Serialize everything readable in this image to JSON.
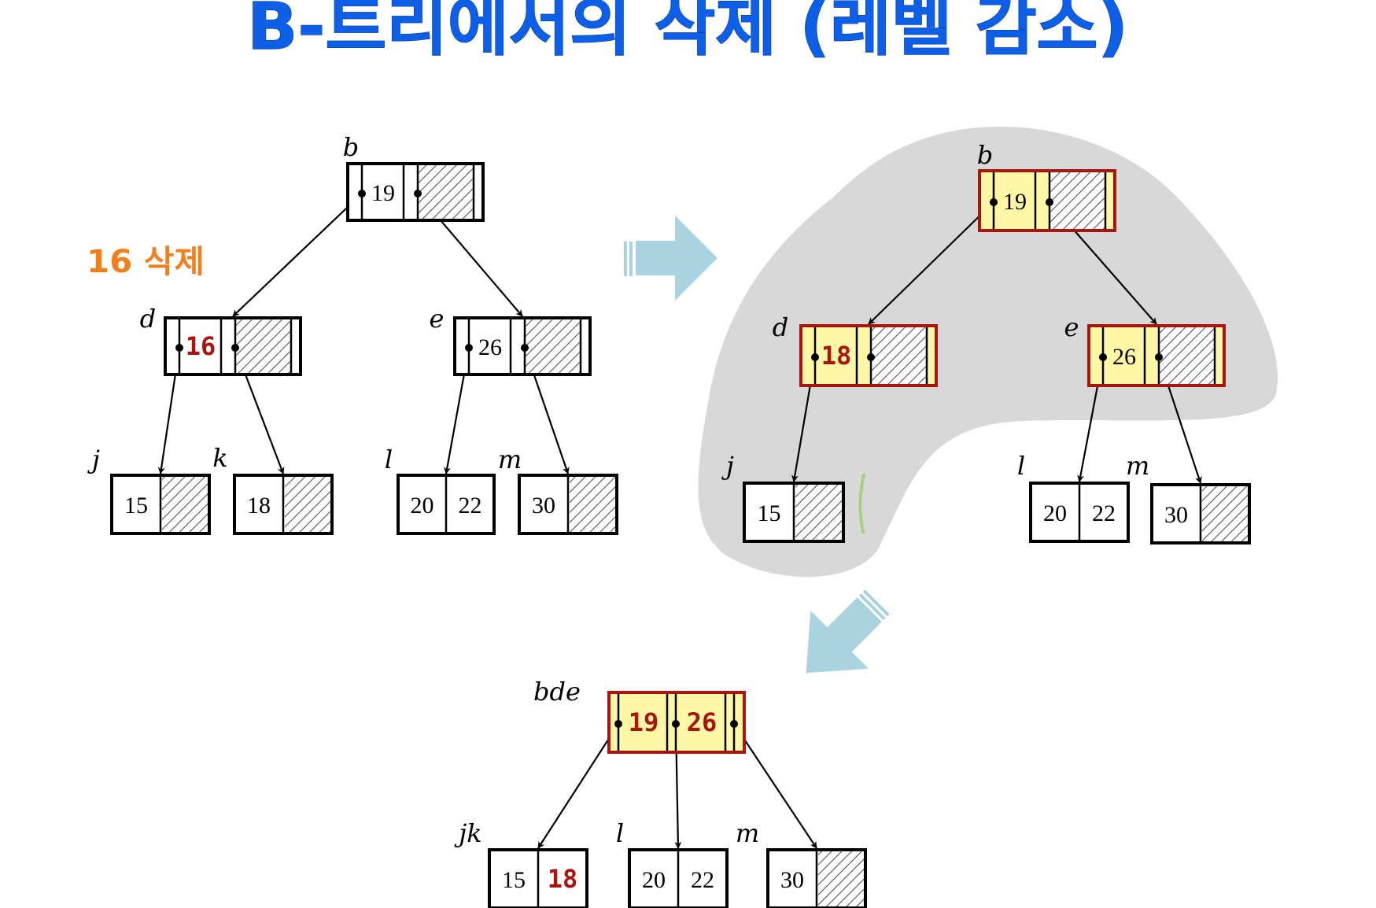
{
  "title": "B-트리에서의 삭제 (레벨 감소)",
  "annotation": "16 삭제",
  "colors": {
    "title": "#0d5fe8",
    "annotation": "#f07f1e",
    "highlight_key": "#a8150f",
    "highlight_fill": "#fdf7a6",
    "highlight_border": "#a8150f",
    "blob": "#d8d8d8",
    "transition_arrow": "#a9d3de"
  },
  "tree_before": {
    "nodes": [
      {
        "id": "b",
        "label": "b",
        "keys": [
          "19"
        ]
      },
      {
        "id": "d",
        "label": "d",
        "keys": [
          "16"
        ],
        "highlight_keys": [
          "16"
        ]
      },
      {
        "id": "e",
        "label": "e",
        "keys": [
          "26"
        ]
      },
      {
        "id": "j",
        "label": "j",
        "keys": [
          "15"
        ]
      },
      {
        "id": "k",
        "label": "k",
        "keys": [
          "18"
        ]
      },
      {
        "id": "l",
        "label": "l",
        "keys": [
          "20",
          "22"
        ]
      },
      {
        "id": "m",
        "label": "m",
        "keys": [
          "30"
        ]
      }
    ],
    "edges": [
      [
        "b",
        "d"
      ],
      [
        "b",
        "e"
      ],
      [
        "d",
        "j"
      ],
      [
        "d",
        "k"
      ],
      [
        "e",
        "l"
      ],
      [
        "e",
        "m"
      ]
    ]
  },
  "tree_middle": {
    "nodes": [
      {
        "id": "b",
        "label": "b",
        "keys": [
          "19"
        ],
        "highlighted": true
      },
      {
        "id": "d",
        "label": "d",
        "keys": [
          "18"
        ],
        "highlighted": true,
        "highlight_keys": [
          "18"
        ]
      },
      {
        "id": "e",
        "label": "e",
        "keys": [
          "26"
        ],
        "highlighted": true
      },
      {
        "id": "j",
        "label": "j",
        "keys": [
          "15"
        ]
      },
      {
        "id": "l",
        "label": "l",
        "keys": [
          "20",
          "22"
        ]
      },
      {
        "id": "m",
        "label": "m",
        "keys": [
          "30"
        ]
      }
    ],
    "edges": [
      [
        "b",
        "d"
      ],
      [
        "b",
        "e"
      ],
      [
        "d",
        "j"
      ],
      [
        "e",
        "l"
      ],
      [
        "e",
        "m"
      ]
    ]
  },
  "tree_after": {
    "nodes": [
      {
        "id": "bde",
        "label": "bde",
        "keys": [
          "19",
          "26"
        ],
        "highlighted": true,
        "highlight_keys": [
          "19",
          "26"
        ]
      },
      {
        "id": "jk",
        "label": "jk",
        "keys": [
          "15",
          "18"
        ],
        "highlight_keys": [
          "18"
        ]
      },
      {
        "id": "l",
        "label": "l",
        "keys": [
          "20",
          "22"
        ]
      },
      {
        "id": "m",
        "label": "m",
        "keys": [
          "30"
        ]
      }
    ],
    "edges": [
      [
        "bde",
        "jk"
      ],
      [
        "bde",
        "l"
      ],
      [
        "bde",
        "m"
      ]
    ]
  }
}
